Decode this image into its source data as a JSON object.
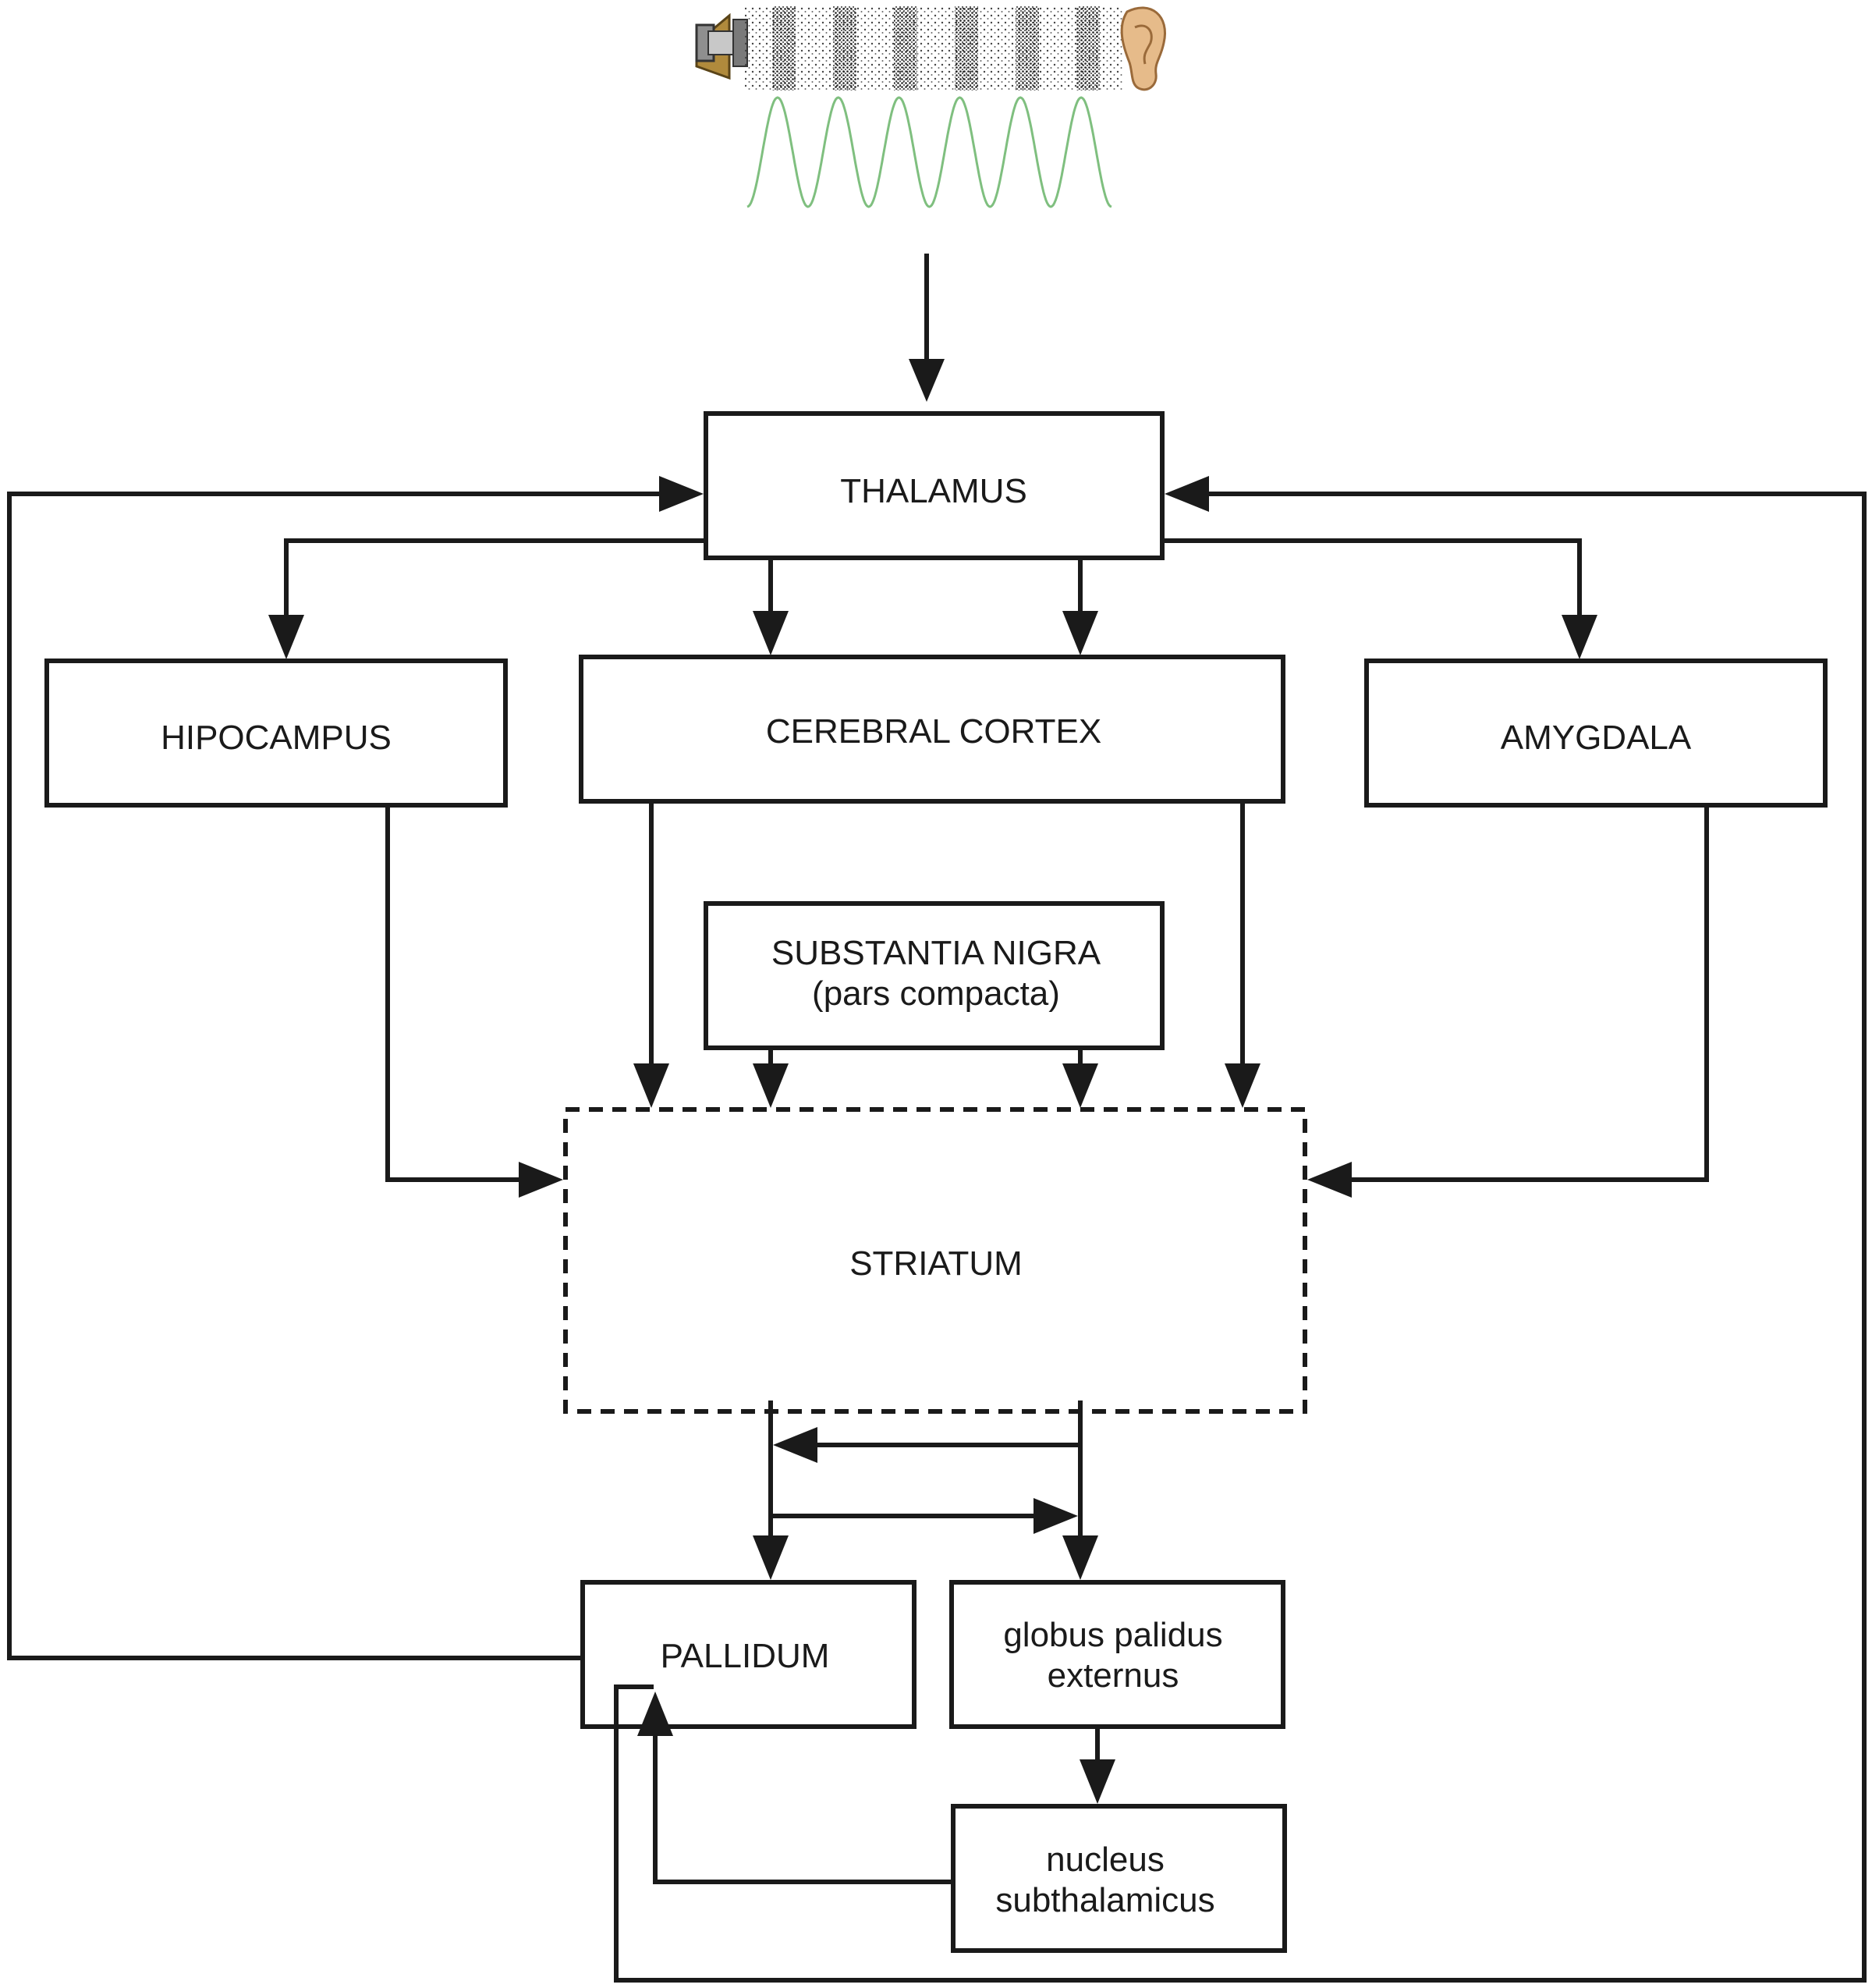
{
  "nodes": {
    "thalamus": "THALAMUS",
    "hipocampus": "HIPOCAMPUS",
    "cerebral_cortex": "CEREBRAL CORTEX",
    "amygdala": "AMYGDALA",
    "substantia_nigra": {
      "line1": "SUBSTANTIA NIGRA",
      "line2": "(pars compacta)"
    },
    "striatum": "STRIATUM",
    "pallidum": "PALLIDUM",
    "globus_palidus_externus": {
      "line1": "globus palidus",
      "line2": "externus"
    },
    "nucleus_subthalamicus": {
      "line1": "nucleus",
      "line2": "subthalamicus"
    }
  },
  "colors": {
    "line": "#1a1a1a",
    "sound_wave": "#7fbf7f",
    "speaker": "#a08040",
    "ear": "#e0b080"
  },
  "icons": [
    "speaker-icon",
    "sound-tube",
    "ear-icon",
    "sound-wave"
  ]
}
